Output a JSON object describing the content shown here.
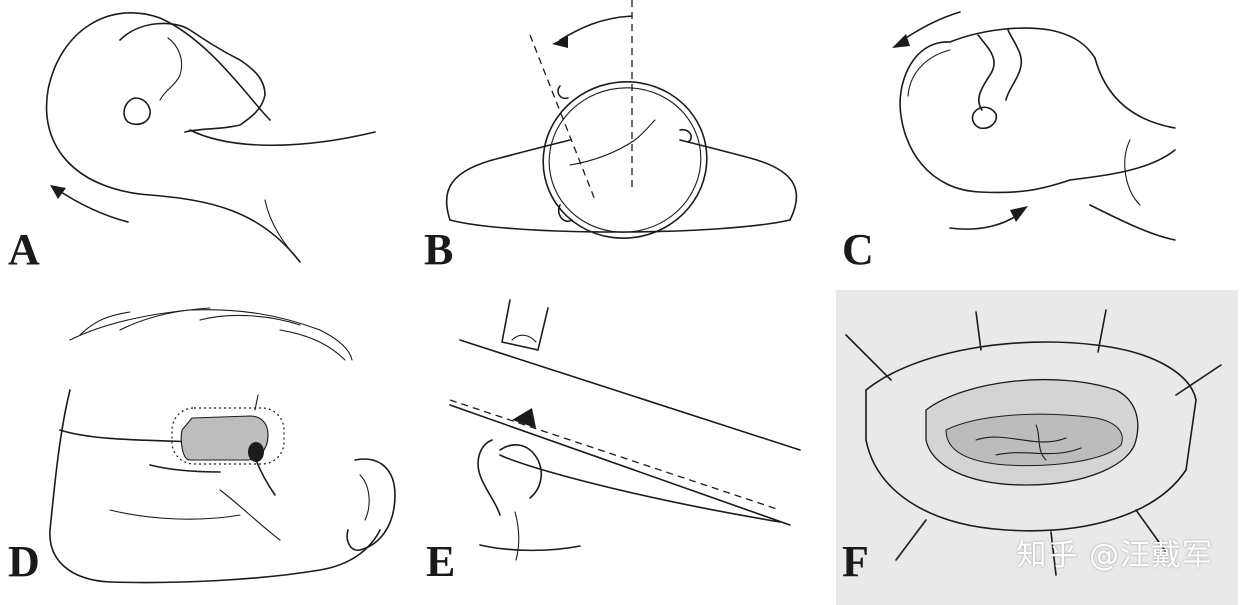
{
  "figure": {
    "panels": [
      {
        "id": "A",
        "label": "A"
      },
      {
        "id": "B",
        "label": "B"
      },
      {
        "id": "C",
        "label": "C"
      },
      {
        "id": "D",
        "label": "D"
      },
      {
        "id": "E",
        "label": "E"
      },
      {
        "id": "F",
        "label": "F"
      }
    ],
    "watermark": "知乎 @汪戴军"
  }
}
